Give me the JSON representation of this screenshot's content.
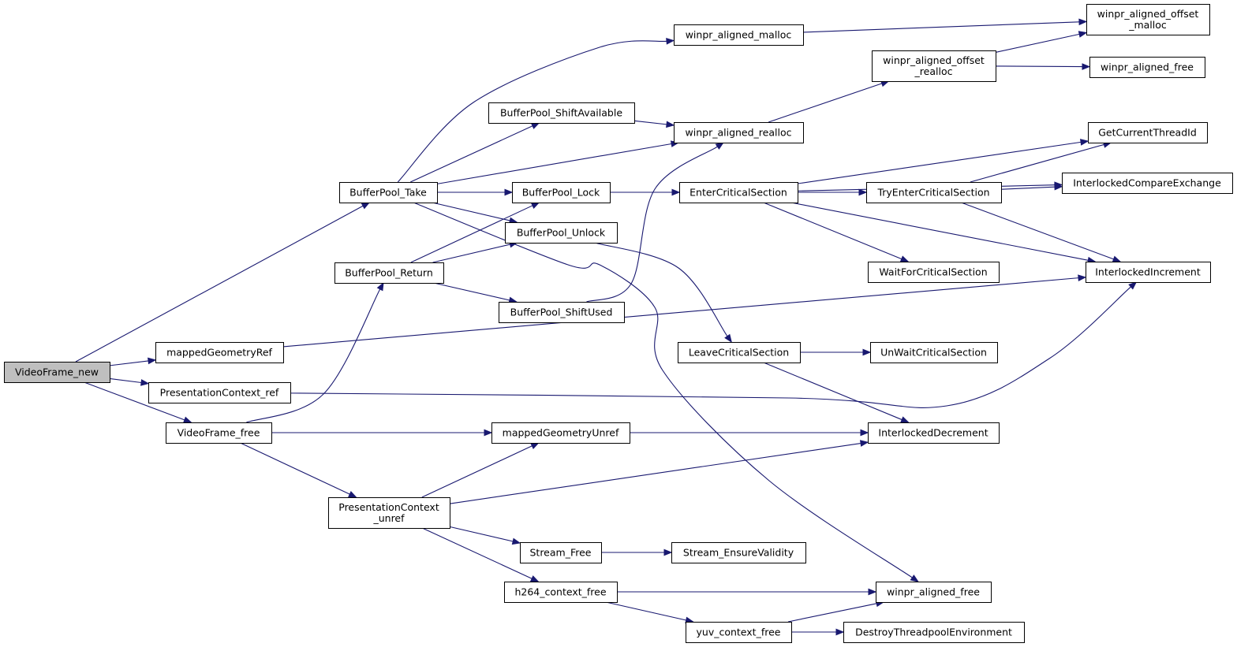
{
  "nodes": {
    "videoframe_new": "VideoFrame_new",
    "bufferpool_take": "BufferPool_Take",
    "winpr_aligned_malloc": "winpr_aligned_malloc",
    "winpr_aligned_offset_malloc": [
      "winpr_aligned_offset",
      "_malloc"
    ],
    "winpr_aligned_offset_realloc": [
      "winpr_aligned_offset",
      "_realloc"
    ],
    "winpr_aligned_free_top": "winpr_aligned_free",
    "bufferpool_shiftavailable": "BufferPool_ShiftAvailable",
    "winpr_aligned_realloc": "winpr_aligned_realloc",
    "getcurrentthreadid": "GetCurrentThreadId",
    "interlockedcompareexchange": "InterlockedCompareExchange",
    "bufferpool_lock": "BufferPool_Lock",
    "entercriticalsection": "EnterCriticalSection",
    "tryentercriticalsection": "TryEnterCriticalSection",
    "bufferpool_unlock": "BufferPool_Unlock",
    "bufferpool_return": "BufferPool_Return",
    "waitforcriticalsection": "WaitForCriticalSection",
    "interlockedincrement": "InterlockedIncrement",
    "bufferpool_shiftused": "BufferPool_ShiftUsed",
    "mappedgeometryref": "mappedGeometryRef",
    "leavecriticalsection": "LeaveCriticalSection",
    "unwaitcriticalsection": "UnWaitCriticalSection",
    "presentationcontext_ref": "PresentationContext_ref",
    "videoframe_free": "VideoFrame_free",
    "mappedgeometryunref": "mappedGeometryUnref",
    "interlockeddecrement": "InterlockedDecrement",
    "presentationcontext_unref": [
      "PresentationContext",
      "_unref"
    ],
    "stream_free": "Stream_Free",
    "stream_ensurevalidity": "Stream_EnsureValidity",
    "h264_context_free": "h264_context_free",
    "winpr_aligned_free_bottom": "winpr_aligned_free",
    "yuv_context_free": "yuv_context_free",
    "destroythreadpoolenvironment": "DestroyThreadpoolEnvironment"
  },
  "edges": [
    [
      "videoframe_new",
      "bufferpool_take"
    ],
    [
      "videoframe_new",
      "mappedgeometryref"
    ],
    [
      "videoframe_new",
      "presentationcontext_ref"
    ],
    [
      "videoframe_new",
      "videoframe_free"
    ],
    [
      "bufferpool_take",
      "winpr_aligned_malloc"
    ],
    [
      "bufferpool_take",
      "bufferpool_shiftavailable"
    ],
    [
      "bufferpool_take",
      "winpr_aligned_realloc"
    ],
    [
      "bufferpool_take",
      "bufferpool_lock"
    ],
    [
      "bufferpool_take",
      "bufferpool_unlock"
    ],
    [
      "bufferpool_take",
      "winpr_aligned_free_bottom"
    ],
    [
      "winpr_aligned_malloc",
      "winpr_aligned_offset_malloc"
    ],
    [
      "winpr_aligned_offset_realloc",
      "winpr_aligned_offset_malloc"
    ],
    [
      "winpr_aligned_offset_realloc",
      "winpr_aligned_free_top"
    ],
    [
      "winpr_aligned_realloc",
      "winpr_aligned_offset_realloc"
    ],
    [
      "bufferpool_shiftavailable",
      "winpr_aligned_realloc"
    ],
    [
      "bufferpool_lock",
      "entercriticalsection"
    ],
    [
      "entercriticalsection",
      "getcurrentthreadid"
    ],
    [
      "entercriticalsection",
      "interlockedcompareexchange"
    ],
    [
      "entercriticalsection",
      "tryentercriticalsection"
    ],
    [
      "entercriticalsection",
      "waitforcriticalsection"
    ],
    [
      "entercriticalsection",
      "interlockedincrement"
    ],
    [
      "tryentercriticalsection",
      "getcurrentthreadid"
    ],
    [
      "tryentercriticalsection",
      "interlockedcompareexchange"
    ],
    [
      "tryentercriticalsection",
      "interlockedincrement"
    ],
    [
      "bufferpool_unlock",
      "leavecriticalsection"
    ],
    [
      "bufferpool_return",
      "bufferpool_lock"
    ],
    [
      "bufferpool_return",
      "bufferpool_unlock"
    ],
    [
      "bufferpool_return",
      "bufferpool_shiftused"
    ],
    [
      "bufferpool_shiftused",
      "winpr_aligned_realloc"
    ],
    [
      "mappedgeometryref",
      "interlockedincrement"
    ],
    [
      "leavecriticalsection",
      "unwaitcriticalsection"
    ],
    [
      "leavecriticalsection",
      "interlockeddecrement"
    ],
    [
      "presentationcontext_ref",
      "interlockedincrement"
    ],
    [
      "videoframe_free",
      "bufferpool_return"
    ],
    [
      "videoframe_free",
      "mappedgeometryunref"
    ],
    [
      "videoframe_free",
      "presentationcontext_unref"
    ],
    [
      "mappedgeometryunref",
      "interlockeddecrement"
    ],
    [
      "presentationcontext_unref",
      "mappedgeometryunref"
    ],
    [
      "presentationcontext_unref",
      "interlockeddecrement"
    ],
    [
      "presentationcontext_unref",
      "stream_free"
    ],
    [
      "presentationcontext_unref",
      "h264_context_free"
    ],
    [
      "stream_free",
      "stream_ensurevalidity"
    ],
    [
      "h264_context_free",
      "winpr_aligned_free_bottom"
    ],
    [
      "h264_context_free",
      "yuv_context_free"
    ],
    [
      "yuv_context_free",
      "winpr_aligned_free_bottom"
    ],
    [
      "yuv_context_free",
      "destroythreadpoolenvironment"
    ]
  ],
  "colors": {
    "edge": "#191970",
    "node_border": "#000000",
    "node_fill": "#ffffff",
    "root_fill": "#bfbfbf"
  }
}
